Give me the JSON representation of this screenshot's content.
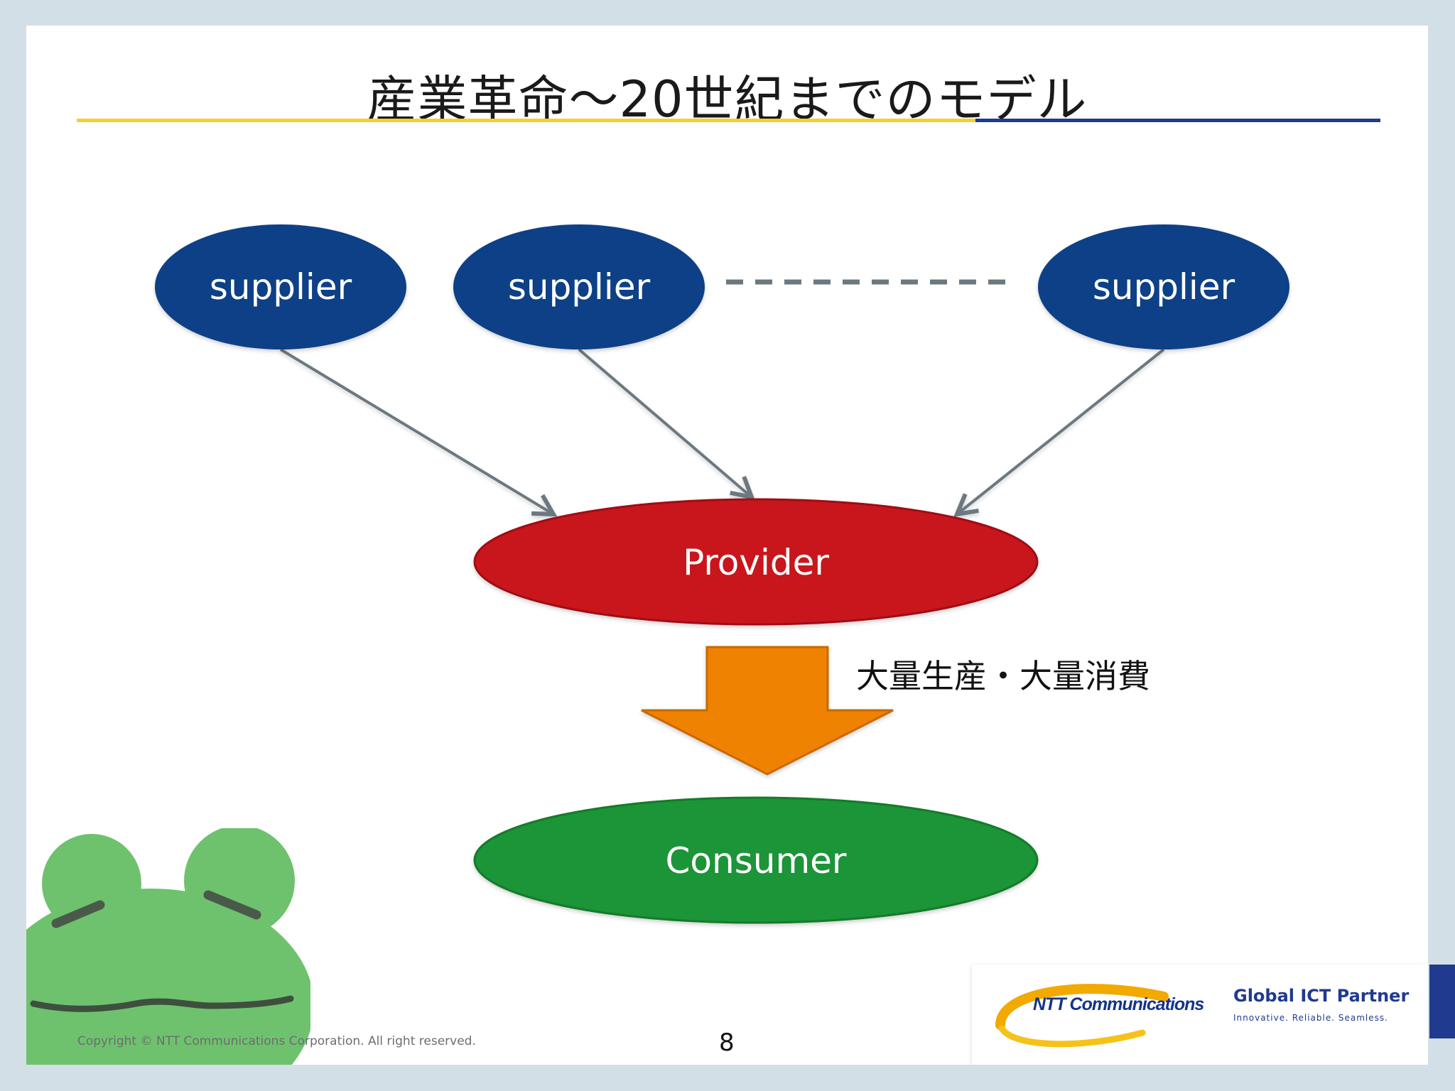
{
  "slide": {
    "title": "産業革命〜20世紀までのモデル",
    "copyright": "Copyright © NTT Communications Corporation. All right reserved.",
    "page_number": "8"
  },
  "diagram": {
    "suppliers": [
      {
        "label": "supplier"
      },
      {
        "label": "supplier"
      },
      {
        "label": "supplier"
      }
    ],
    "provider": {
      "label": "Provider"
    },
    "consumer": {
      "label": "Consumer"
    },
    "flow_label": "大量生産・大量消費"
  },
  "logo": {
    "brand": "NTT Communications",
    "tagline": "Global ICT Partner",
    "subtagline": "Innovative. Reliable. Seamless."
  },
  "colors": {
    "supplier": "#0c4186",
    "provider": "#c8161e",
    "consumer": "#1b9438",
    "arrow": "#ef8200",
    "connector": "#6c7880",
    "rule_yellow": "#f6cf2b",
    "rule_blue": "#1f3a8f"
  }
}
